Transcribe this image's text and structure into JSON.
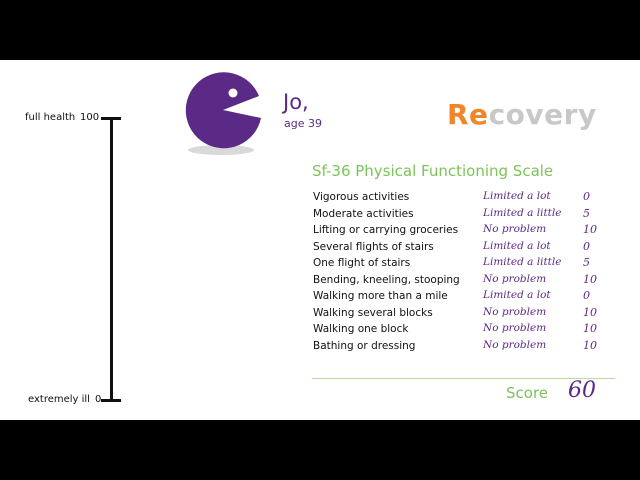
{
  "scale": {
    "top_label": "full health",
    "top_value": "100",
    "bottom_label": "extremely ill",
    "bottom_value": "0"
  },
  "patient": {
    "name": "Jo,",
    "age": "age 39"
  },
  "title": {
    "highlight": "Re",
    "rest": "covery"
  },
  "table_title": "Sf-36 Physical Functioning Scale",
  "rows": [
    {
      "activity": "Vigorous activities",
      "answer": "Limited a lot",
      "points": "0"
    },
    {
      "activity": "Moderate activities",
      "answer": "Limited a little",
      "points": "5"
    },
    {
      "activity": "Lifting or carrying groceries",
      "answer": "No problem",
      "points": "10"
    },
    {
      "activity": "Several flights of stairs",
      "answer": "Limited a lot",
      "points": "0"
    },
    {
      "activity": "One flight of stairs",
      "answer": "Limited a little",
      "points": "5"
    },
    {
      "activity": "Bending, kneeling, stooping",
      "answer": "No problem",
      "points": "10"
    },
    {
      "activity": "Walking more than a mile",
      "answer": "Limited a lot",
      "points": "0"
    },
    {
      "activity": "Walking several blocks",
      "answer": "No problem",
      "points": "10"
    },
    {
      "activity": "Walking one block",
      "answer": "No problem",
      "points": "10"
    },
    {
      "activity": "Bathing or dressing",
      "answer": "No problem",
      "points": "10"
    }
  ],
  "score": {
    "label": "Score",
    "value": "60"
  },
  "colors": {
    "purple": "#5b2a86",
    "green": "#7cc35a",
    "orange": "#f0862a",
    "grey": "#c8c8c8"
  },
  "icons": {
    "avatar": "pacman-avatar-icon"
  }
}
